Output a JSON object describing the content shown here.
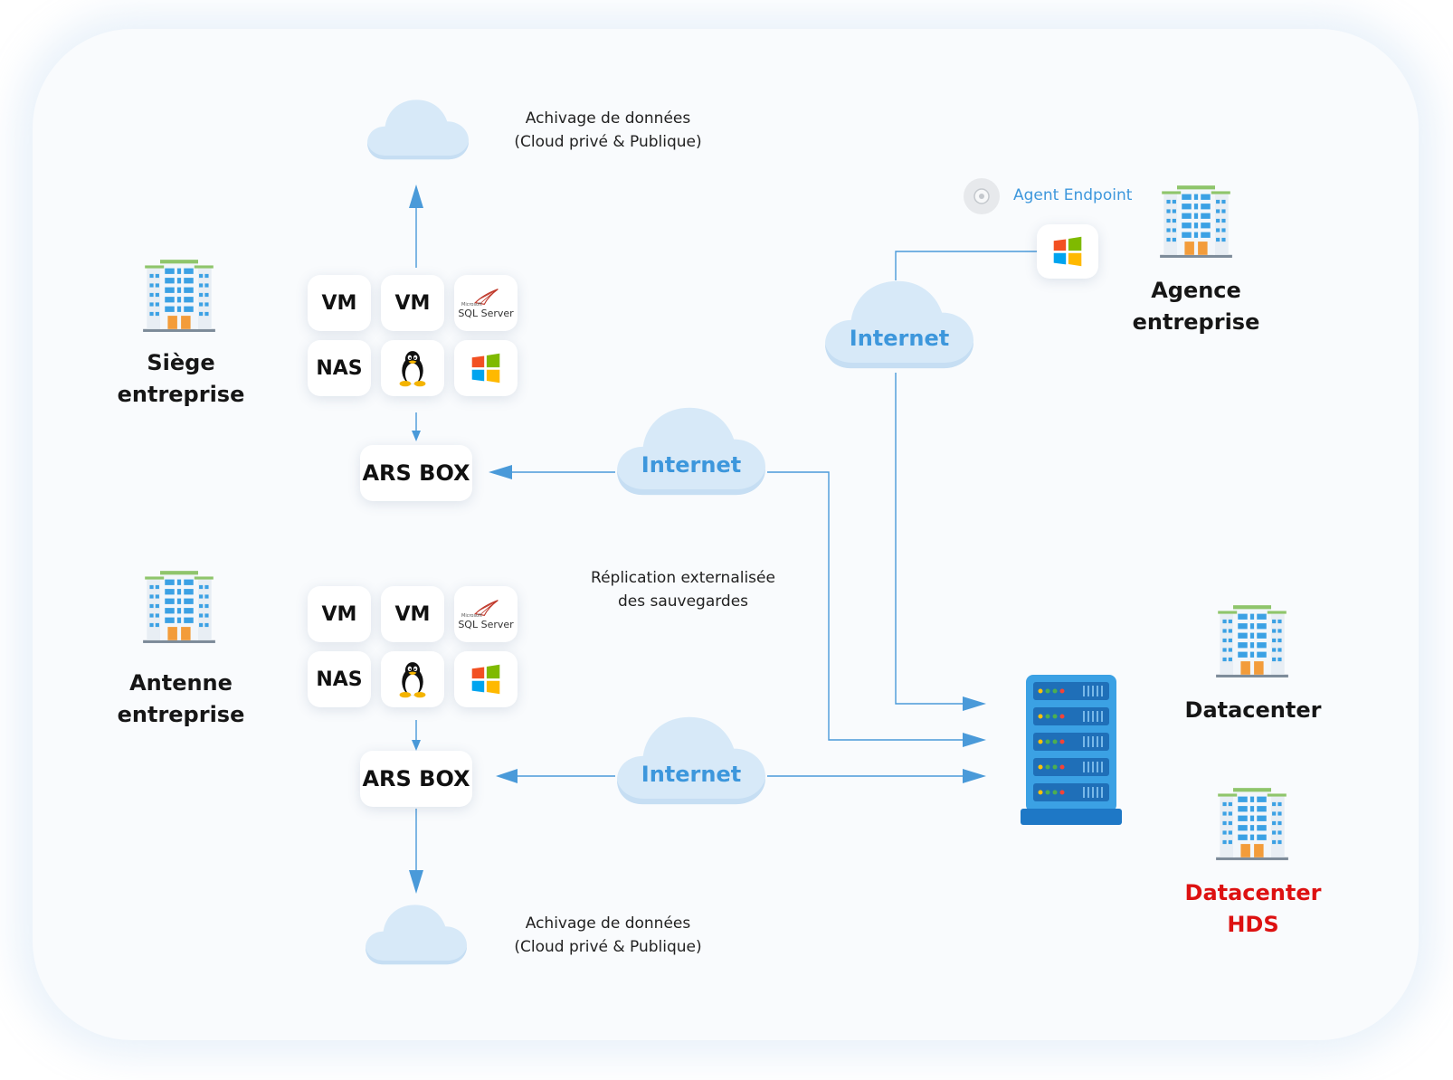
{
  "sites": {
    "siege": {
      "line1": "Siège",
      "line2": "entreprise"
    },
    "antenne": {
      "line1": "Antenne",
      "line2": "entreprise"
    },
    "agence": {
      "line1": "Agence",
      "line2": "entreprise"
    },
    "datacenter": {
      "line1": "Datacenter"
    },
    "datacenter_hds": {
      "line1": "Datacenter",
      "line2": "HDS"
    }
  },
  "tiles": {
    "vm": "VM",
    "nas": "NAS",
    "sql_small": "Microsoft",
    "sql_main": "SQL Server",
    "ars_box": "ARS BOX"
  },
  "clouds": {
    "internet_label": "Internet"
  },
  "notes": {
    "archive_top": {
      "line1": "Achivage de données",
      "line2": "(Cloud privé & Publique)"
    },
    "archive_bottom": {
      "line1": "Achivage de données",
      "line2": "(Cloud privé & Publique)"
    },
    "replication": {
      "line1": "Réplication externalisée",
      "line2": "des sauvegardes"
    }
  },
  "agent": {
    "label": "Agent Endpoint"
  },
  "colors": {
    "accent": "#3d97dc",
    "line": "#4a9ad9",
    "cloud": "#d7e9f8",
    "hds_red": "#dd1111"
  },
  "icons": [
    "building-icon",
    "cloud-icon",
    "linux-tux-icon",
    "windows-logo-icon",
    "sql-server-logo-icon",
    "server-rack-icon",
    "cd-disc-icon"
  ]
}
